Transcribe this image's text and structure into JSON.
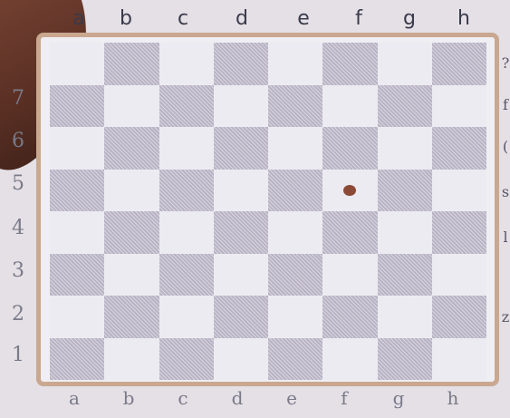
{
  "board": {
    "files_top": [
      "a",
      "b",
      "c",
      "d",
      "e",
      "f",
      "g",
      "h"
    ],
    "files_bottom": [
      "a",
      "b",
      "c",
      "d",
      "e",
      "f",
      "g",
      "h"
    ],
    "ranks": [
      "7",
      "6",
      "5",
      "4",
      "3",
      "2",
      "1"
    ],
    "marker_square": "f5",
    "colors": {
      "light_square": "#ecebf1",
      "dark_square": "#b8b3c4",
      "frame": "#c9a88f",
      "marker": "#8a4a36"
    }
  },
  "right_edge_marks": [
    "?",
    "f",
    "(",
    "s",
    "l",
    "z"
  ]
}
